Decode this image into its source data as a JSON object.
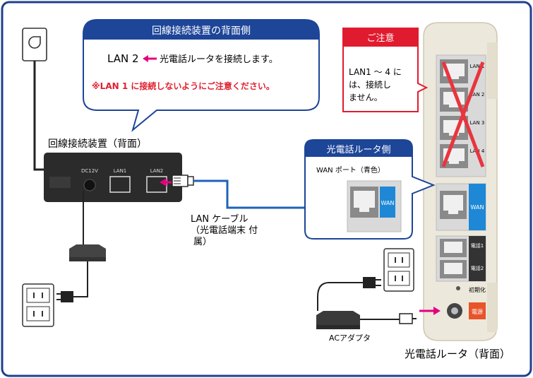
{
  "diagram": {
    "callout_top": {
      "title": "回線接続装置の背面側",
      "line1_port": "LAN 2",
      "line1_text": "光電話ルータを接続します。",
      "warning": "※LAN 1 に接続しないようにご注意ください。"
    },
    "notice": {
      "title": "ご注意",
      "lines": [
        "LAN1 ～ 4 に",
        "は、接続し",
        "ません。"
      ]
    },
    "device_label": "回線接続装置（背面）",
    "device_ports": {
      "dc": "DC12V",
      "lan1": "LAN1",
      "lan2": "LAN2"
    },
    "cable_label_1": "LAN ケーブル",
    "cable_label_2": "（光電話端末 付",
    "cable_label_3": "属）",
    "router_callout": {
      "title": "光電話ルータ側",
      "wan_port_label": "WAN ポート（青色）",
      "wan_badge": "WAN"
    },
    "router_ports": {
      "lan": [
        "LAN 1",
        "LAN 2",
        "LAN 3",
        "LAN 4"
      ],
      "wan": "WAN",
      "tel": [
        "電話1",
        "電話2"
      ],
      "init": "初期化",
      "power": "電源"
    },
    "adapter_label": "ACアダプタ",
    "router_label": "光電話ルータ（背面）"
  },
  "colors": {
    "border": "#1f3f8f",
    "callout_header": "#1d4598",
    "notice_header": "#e11b2f",
    "warning_text": "#e0202f",
    "arrow_magenta": "#e4007f",
    "wan_blue": "#1e88d6",
    "cable_blue": "#1f63b8",
    "router_body": "#ede8dc",
    "power_red": "#e8542a"
  }
}
